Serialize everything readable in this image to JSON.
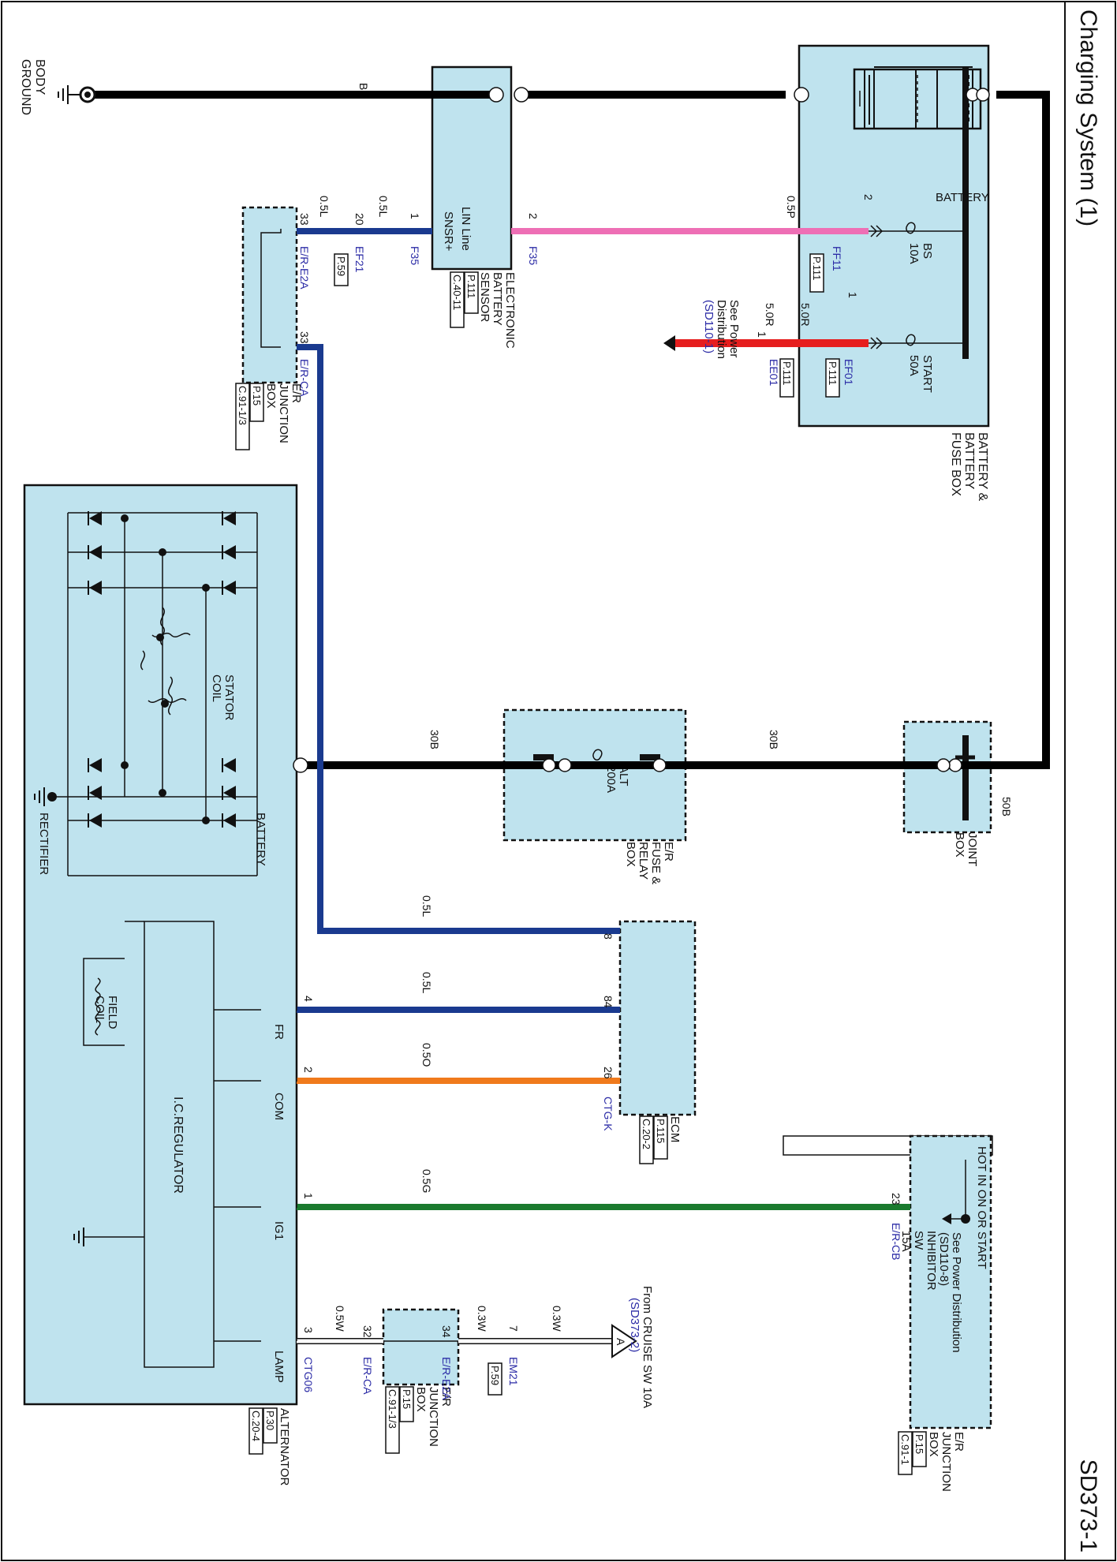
{
  "header": {
    "title": "Charging System (1)",
    "page_code": "SD373-1"
  },
  "colors": {
    "component_fill": "#bfe3ee",
    "wire_black": "#000000",
    "wire_blue": "#1a3a8f",
    "wire_pink": "#ee6fb5",
    "wire_red": "#e61e1e",
    "wire_orange": "#f07a1c",
    "wire_green": "#1a7a2e",
    "wire_white": "#ffffff",
    "link_blue": "#2b2ba6"
  },
  "ground": {
    "label_1": "BODY",
    "label_2": "GROUND"
  },
  "battery_fuse_box": {
    "label_1": "BATTERY &",
    "label_2": "BATTERY",
    "label_3": "FUSE BOX",
    "battery_label": "BATTERY",
    "fuse_bs_1": "BS",
    "fuse_bs_2": "10A",
    "fuse_start_1": "START",
    "fuse_start_2": "50A",
    "ff11": "FF11",
    "ff11_ref": "P.111",
    "ef01": "EF01",
    "ef01_ref": "P.111",
    "pin_ff11": "2",
    "pin_ef01": "1"
  },
  "battery_sensor": {
    "label_1": "ELECTRONIC",
    "label_2": "BATTERY",
    "label_3": "SENSOR",
    "ref_1": "P.111",
    "ref_2": "C.40-11",
    "pin_sns": "SNSR+",
    "pin_lin": "LIN Line",
    "conn_1": "F35",
    "conn_2": "F35",
    "pin_1": "1",
    "pin_2": "2"
  },
  "ee01": {
    "label": "EE01",
    "ref": "P.111",
    "pin": "1"
  },
  "power_dist_1": {
    "line_1": "See Power",
    "line_2": "Distribution",
    "line_3": "(SD110-1)"
  },
  "wires": {
    "b": "B",
    "p_05": "0.5P",
    "r_50a": "5.0R",
    "r_50b": "5.0R",
    "l_05a": "0.5L",
    "l_05b": "0.5L",
    "b_50": "50B",
    "b_30a": "30B",
    "b_30b": "30B",
    "l_05c": "0.5L",
    "l_05d": "0.5L",
    "o_05": "0.5O",
    "g_05": "0.5G",
    "w_03a": "0.3W",
    "w_03b": "0.3W",
    "w_05": "0.5W"
  },
  "ef21": {
    "label": "EF21",
    "ref": "P.59",
    "pin": "20"
  },
  "jbox_top": {
    "label_1": "E/R",
    "label_2": "JUNCTION",
    "label_3": "BOX",
    "ref_1": "P.15",
    "ref_2": "C.91-1/3",
    "conn_e2a": "E/R-E2A",
    "conn_ca": "E/R-CA",
    "pin_a": "33",
    "pin_b": "33"
  },
  "joint_box": {
    "label_1": "JOINT",
    "label_2": "BOX"
  },
  "fuse_relay_box": {
    "label_1": "E/R",
    "label_2": "FUSE &",
    "label_3": "RELAY",
    "label_4": "BOX",
    "fuse_1": "ALT",
    "fuse_2": "200A"
  },
  "alternator": {
    "label": "ALTERNATOR",
    "ref_1": "P.30",
    "ref_2": "C.20-4",
    "stator_1": "STATOR",
    "stator_2": "COIL",
    "rectifier": "RECTIFIER",
    "battery_term": "BATTERY",
    "field_1": "FIELD",
    "field_2": "COIL",
    "regulator": "I.C.REGULATOR",
    "term_fr": "FR",
    "term_com": "COM",
    "term_ig1": "IG1",
    "term_lamp": "LAMP",
    "pin_fr": "4",
    "pin_com": "2",
    "pin_ig1": "1",
    "pin_lamp": "3",
    "conn_ctg06": "CTG06"
  },
  "ecm": {
    "label": "ECM",
    "ref_1": "P.115",
    "ref_2": "C.20-2",
    "pin_8": "8",
    "pin_84": "84",
    "pin_26": "26",
    "conn": "CTG-K"
  },
  "jbox_right": {
    "hot_label": "HOT IN ON OR START",
    "pd_1": "See Power Distribution",
    "pd_2": "(SD110-8)",
    "fuse_1": "INHIBITOR",
    "fuse_2": "SW",
    "fuse_3": "15A",
    "conn": "E/R-CB",
    "pin": "23",
    "label_1": "E/R",
    "label_2": "JUNCTION",
    "label_3": "BOX",
    "ref_1": "P.15",
    "ref_2": "C.91-1"
  },
  "jbox_small": {
    "label_1": "E/R",
    "label_2": "JUNCTION",
    "label_3": "BOX",
    "ref_1": "P.15",
    "ref_2": "C.91-1/3",
    "conn_ca": "E/R-CA",
    "conn_e2a": "E/R-E2A",
    "pin_32": "32",
    "pin_34": "34"
  },
  "em21": {
    "label": "EM21",
    "ref": "P.59",
    "pin": "7"
  },
  "cruise": {
    "line_1": "From CRUISE SW 10A",
    "line_2": "(SD373-2)",
    "marker": "A"
  }
}
